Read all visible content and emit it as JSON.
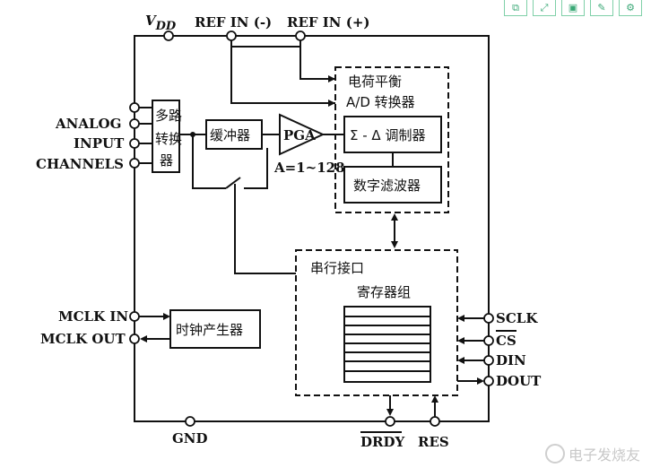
{
  "toolbar": {
    "buttons": [
      {
        "icon": "copy-icon",
        "glyph": "⧉"
      },
      {
        "icon": "fullscreen-icon",
        "glyph": "⤢"
      },
      {
        "icon": "save-icon",
        "glyph": "▣"
      },
      {
        "icon": "edit-icon",
        "glyph": "✎"
      },
      {
        "icon": "settings-icon",
        "glyph": "⚙"
      }
    ]
  },
  "top": {
    "vdd_main": "V",
    "vdd_sub": "DD",
    "ref_neg": "REF IN (-)",
    "ref_pos": "REF IN (+)"
  },
  "inputs": {
    "analog": "ANALOG",
    "input": "INPUT",
    "channels": "CHANNELS"
  },
  "blocks": {
    "mux_line1": "多路",
    "mux_line2": "转换",
    "mux_line3": "器",
    "buffer": "缓冲器",
    "pga": "PGA",
    "gain": "A=1~128",
    "adc_title1": "电荷平衡",
    "adc_title2": "A/D 转换器",
    "modulator": "Σ - Δ 调制器",
    "filter": "数字滤波器",
    "serial": "串行接口",
    "registers": "寄存器组",
    "clock": "时钟产生器"
  },
  "pins_left": {
    "mclk_in": "MCLK IN",
    "mclk_out": "MCLK OUT"
  },
  "pins_right": {
    "sclk": "SCLK",
    "cs": "CS",
    "din": "DIN",
    "dout": "DOUT"
  },
  "pins_bottom": {
    "gnd": "GND",
    "drdy": "DRDY",
    "reset": "RES"
  },
  "watermark": {
    "text": "电子发烧友"
  }
}
